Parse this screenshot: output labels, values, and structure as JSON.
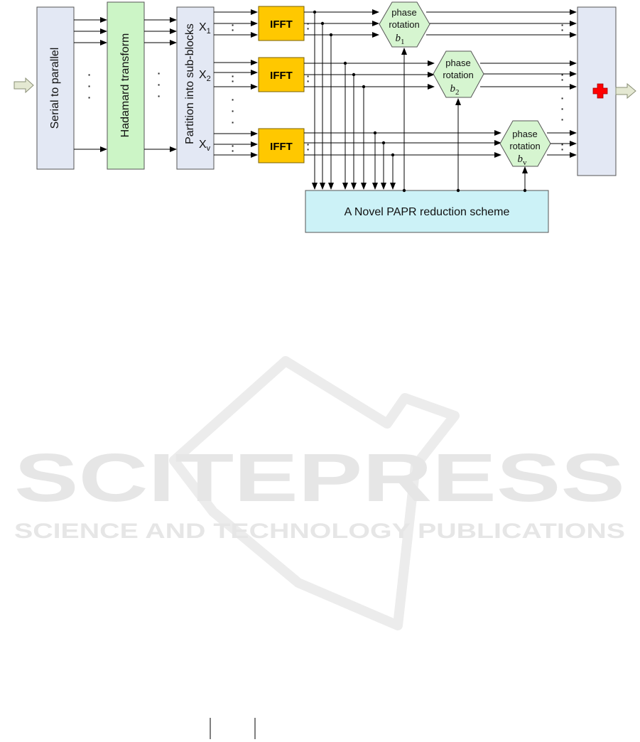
{
  "diagram": {
    "blocks": {
      "serial_to_parallel": "Serial to parallel",
      "hadamard": "Hadamard transform",
      "partition": "Partition into sub-blocks",
      "ifft": "IFFT",
      "papr": "A Novel PAPR reduction scheme",
      "phase_word1": "phase",
      "phase_word2": "rotation"
    },
    "subblocks": [
      {
        "x": "X",
        "x_sub": "1",
        "b": "b",
        "b_sub": "1"
      },
      {
        "x": "X",
        "x_sub": "2",
        "b": "b",
        "b_sub": "2"
      },
      {
        "x": "X",
        "x_sub": "v",
        "b": "b",
        "b_sub": "v"
      }
    ],
    "combiner_symbol": "plus-icon",
    "colors": {
      "serial_fill": "#e3e8f4",
      "hadamard_fill": "#ccf5c6",
      "partition_fill": "#e3e8f4",
      "ifft_fill": "#ffc800",
      "phase_fill": "#d6f5d0",
      "papr_fill": "#ccf2f7",
      "combiner_fill": "#e3e8f4",
      "plus": "#ff0000",
      "io_arrow_fill": "#e4e8d2"
    }
  },
  "watermark": {
    "line1": "SCITEPRESS",
    "line2": "SCIENCE AND TECHNOLOGY PUBLICATIONS"
  }
}
